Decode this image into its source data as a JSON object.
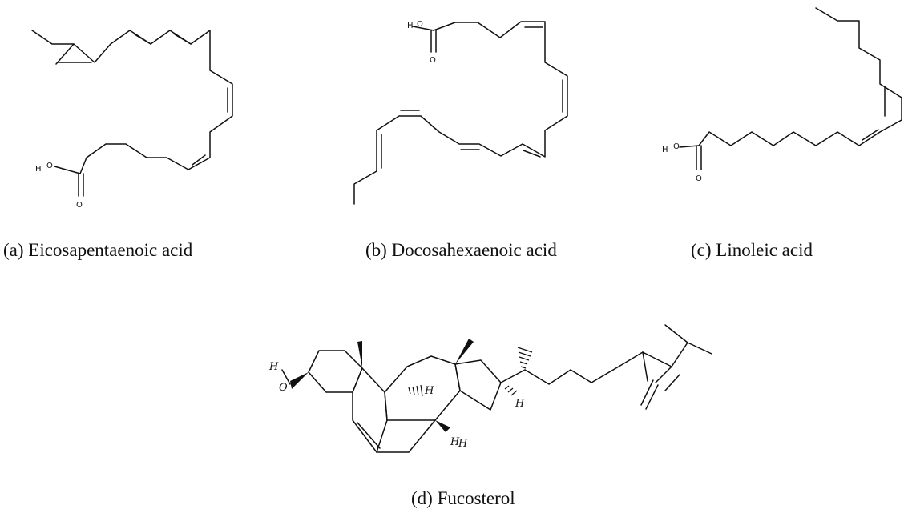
{
  "panels": {
    "a": {
      "caption": "(a) Eicosapentaenoic acid",
      "atoms": {
        "h": "H",
        "o1": "O",
        "o2": "O"
      }
    },
    "b": {
      "caption": "(b) Docosahexaenoic acid",
      "atoms": {
        "h": "H",
        "o1": "O",
        "o2": "O"
      }
    },
    "c": {
      "caption": "(c) Linoleic acid",
      "atoms": {
        "h": "H",
        "o1": "O",
        "o2": "O"
      }
    },
    "d": {
      "caption": "(d) Fucosterol",
      "atoms": {
        "h": "H",
        "o": "O",
        "h1": "H",
        "h2": "H",
        "h3": "H",
        "h4": "H"
      }
    }
  }
}
